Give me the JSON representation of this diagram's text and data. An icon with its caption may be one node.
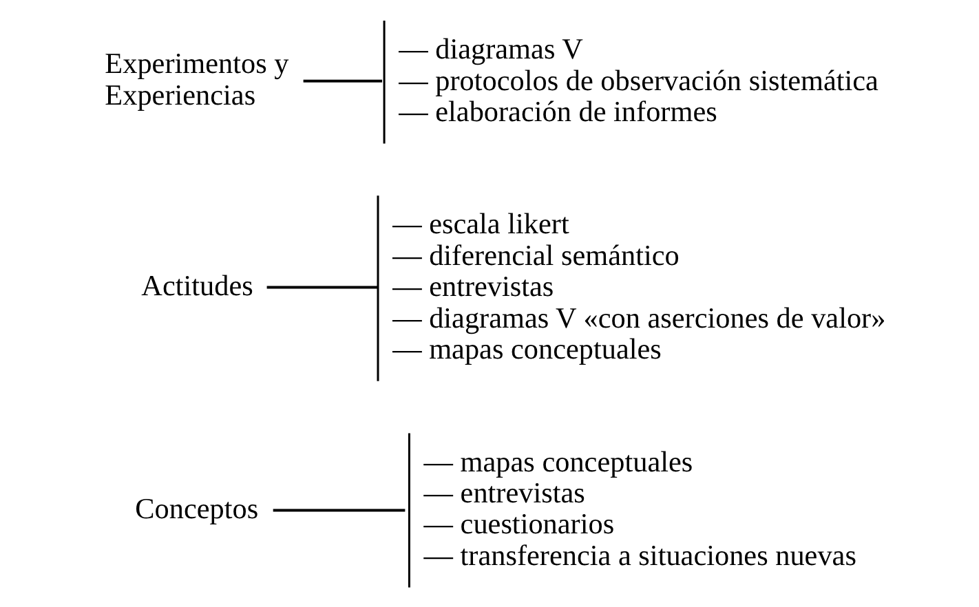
{
  "diagram": {
    "nodes": [
      {
        "text": [
          "Conceptos"
        ]
      },
      {
        "text": [
          "— mapas conceptuales",
          "— entrevistas",
          "— cuestionarios",
          "— transferencia a situaciones nuevas"
        ]
      },
      {
        "text": [
          "Actitudes"
        ]
      },
      {
        "text": [
          "— escala likert",
          "— diferencial semántico",
          "— entrevistas",
          "— diagramas V «con aserciones de valor»",
          "— mapas conceptuales"
        ]
      },
      {
        "text": [
          "Experimentos y Experiencias"
        ]
      },
      {
        "text": [
          "— diagramas V",
          "— protocolos de observación sistemática",
          "— elaboración de informes"
        ]
      }
    ],
    "edges": [
      {
        "from": 0,
        "to": 1,
        "arrow": "none"
      },
      {
        "from": 2,
        "to": 3,
        "arrow": "none"
      },
      {
        "from": 4,
        "to": 5,
        "arrow": "none"
      }
    ]
  }
}
